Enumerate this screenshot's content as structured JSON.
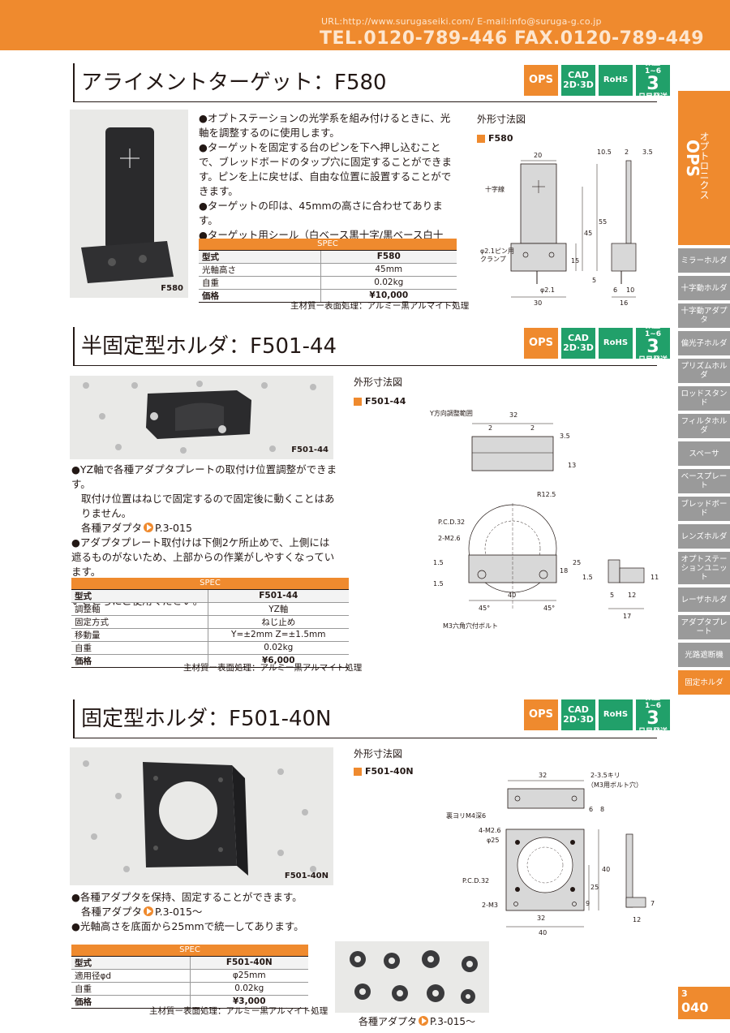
{
  "header": {
    "url_line": "URL:http://www.surugaseiki.com/  E-mail:info@suruga-g.co.jp",
    "tel_line": "TEL.0120-789-446  FAX.0120-789-449"
  },
  "badges": {
    "ops": "OPS",
    "cad_top": "CAD",
    "cad_bottom": "2D·3D",
    "rohs": "RoHS",
    "days_num": "3",
    "days_top": "数量",
    "days_range": "1~6",
    "days_label": "日目発送"
  },
  "sections": [
    {
      "title": "アライメントターゲット：F580",
      "photo_caption": "F580",
      "bullets": [
        "●オプトステーションの光学系を組み付けるときに、光軸を調整するのに使用します。",
        "●ターゲットを固定する台のピンを下へ押し込むことで、ブレッドボードのタップ穴に固定することができます。ピンを上に戻せば、自由な位置に設置することができます。",
        "●ターゲットの印は、45mmの高さに合わせてあります。",
        "●ターゲット用シール（白ベース黒十字/黒ベース白十字）を付属しています。"
      ],
      "spec": {
        "header": "SPEC",
        "rows": [
          [
            "型式",
            "F580"
          ],
          [
            "光軸高さ",
            "45mm"
          ],
          [
            "自重",
            "0.02kg"
          ],
          [
            "価格",
            "¥10,000"
          ]
        ],
        "note": "主材質ー表面処理：アルミー黒アルマイト処理"
      },
      "drawing": {
        "title": "外形寸法図",
        "tag": "F580",
        "labels": [
          "20",
          "10.5",
          "2",
          "3.5",
          "十字線",
          "45",
          "55",
          "φ2.1ピン用",
          "クランプ",
          "15",
          "5",
          "φ2.1",
          "30",
          "6",
          "10",
          "16"
        ]
      }
    },
    {
      "title": "半固定型ホルダ：F501-44",
      "photo_caption": "F501-44",
      "bullets": [
        "●YZ軸で各種アダプタプレートの取付け位置調整ができます。",
        "取付け位置はねじで固定するので固定後に動くことはありません。",
        "●アダプタプレート取付けは下側2ケ所止めで、上側には遮るものがないため、上部からの作業がしやすくなっています。",
        "●レンズの光軸調整など、一度調整すれば変えることがないところにご使用ください。"
      ],
      "adaptor_ref": "各種アダプタ",
      "adaptor_page": "P.3-015",
      "spec": {
        "header": "SPEC",
        "rows": [
          [
            "型式",
            "F501-44"
          ],
          [
            "調整軸",
            "YZ軸"
          ],
          [
            "固定方式",
            "ねじ止め"
          ],
          [
            "移動量",
            "Y=±2mm  Z=±1.5mm"
          ],
          [
            "自重",
            "0.02kg"
          ],
          [
            "価格",
            "¥6,000"
          ]
        ],
        "note": "主材質ー表面処理：アルミー黒アルマイト処理"
      },
      "drawing": {
        "title": "外形寸法図",
        "tag": "F501-44",
        "labels": [
          "Y方向調整範囲",
          "32",
          "2",
          "2",
          "3.5",
          "13",
          "R12.5",
          "P.C.D.32",
          "2-M2.6",
          "1.5",
          "1.5",
          "18",
          "25",
          "40",
          "45°",
          "45°",
          "M3六角穴付ボルト",
          "1.5",
          "5",
          "12",
          "17",
          "11"
        ]
      }
    },
    {
      "title": "固定型ホルダ：F501-40N",
      "photo_caption": "F501-40N",
      "bullets": [
        "●各種アダプタを保持、固定することができます。",
        "●光軸高さを底面から25mmで統一してあります。"
      ],
      "adaptor_ref": "各種アダプタ",
      "adaptor_page": "P.3-015～",
      "spec": {
        "header": "SPEC",
        "rows": [
          [
            "型式",
            "F501-40N"
          ],
          [
            "適用径φd",
            "φ25mm"
          ],
          [
            "自重",
            "0.02kg"
          ],
          [
            "価格",
            "¥3,000"
          ]
        ],
        "note": "主材質ー表面処理：アルミー黒アルマイト処理"
      },
      "drawing": {
        "title": "外形寸法図",
        "tag": "F501-40N",
        "labels": [
          "32",
          "2-3.5キリ",
          "（M3用ボルト穴）",
          "裏ヨリM4深6",
          "6",
          "8",
          "4-M2.6",
          "φ25",
          "P.C.D.32",
          "40",
          "25",
          "9",
          "2-M3",
          "32",
          "40",
          "7",
          "12"
        ]
      }
    }
  ],
  "adaptor_caption": "各種アダプタ",
  "adaptor_caption_page": "P.3-015～",
  "sidebar": {
    "category_small": "オプトロニクス",
    "category_big": "OPS",
    "items": [
      "ミラーホルダ",
      "十字動ホルダ",
      "十字動アダプタ",
      "偏光子ホルダ",
      "プリズムホルダ",
      "ロッドスタンド",
      "フィルタホルダ",
      "スペーサ",
      "ベースプレート",
      "ブレッドボード",
      "レンズホルダ",
      "オプトステーションユニット",
      "レーザホルダ",
      "アダプタプレート",
      "光路遮断機",
      "固定ホルダ"
    ],
    "active_index": 15
  },
  "page": {
    "chapter": "3",
    "number": "040"
  }
}
